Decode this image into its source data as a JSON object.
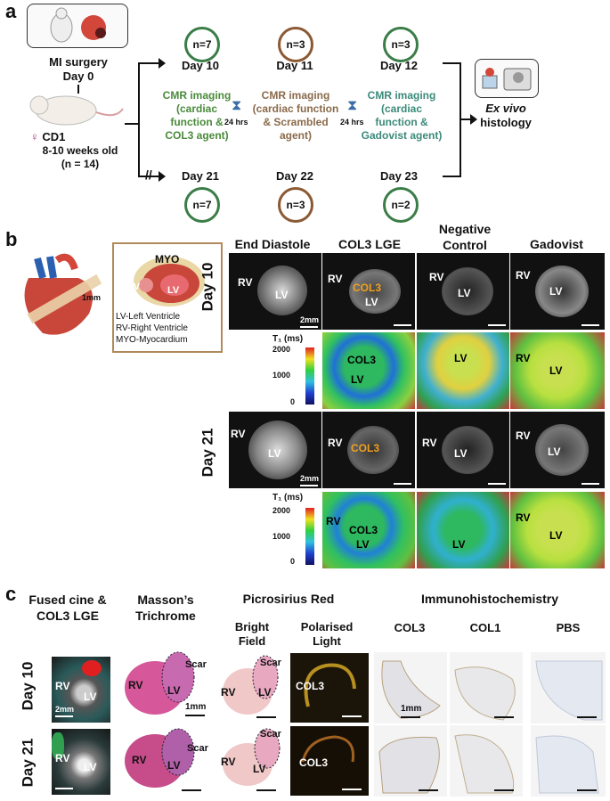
{
  "panel_a": {
    "letter": "a",
    "surgery": "MI surgery",
    "day0": "Day 0",
    "strain": "CD1",
    "age": "8-10 weeks old",
    "n_total": "(n = 14)",
    "top_days": [
      "Day 10",
      "Day 11",
      "Day 12"
    ],
    "top_n": [
      "n=7",
      "n=3",
      "n=3"
    ],
    "bottom_days": [
      "Day 21",
      "Day 22",
      "Day 23"
    ],
    "bottom_n": [
      "n=7",
      "n=3",
      "n=2"
    ],
    "imaging_1": [
      "CMR imaging",
      "(cardiac",
      "function &",
      "COL3 agent)"
    ],
    "imaging_2": [
      "CMR imaging",
      "(cardiac function",
      "& Scrambled",
      "agent)"
    ],
    "imaging_3": [
      "CMR imaging",
      "(cardiac",
      "function &",
      "Gadovist agent)"
    ],
    "wait": "24 hrs",
    "exvivo_1": "Ex vivo",
    "exvivo_2": "histology"
  },
  "panel_b": {
    "letter": "b",
    "scale_1mm": "1mm",
    "myo": "MYO",
    "rv": "RV",
    "lv": "LV",
    "legend": [
      "LV-Left Ventricle",
      "RV-Right Ventricle",
      "MYO-Myocardium"
    ],
    "columns": [
      "End Diastole",
      "COL3 LGE",
      "Negative Control",
      "Gadovist"
    ],
    "rows": [
      "Day 10",
      "Day 21"
    ],
    "t1_label": "T₁ (ms)",
    "t1_ticks": [
      "2000",
      "1000",
      "0"
    ],
    "col3": "COL3",
    "scale_2mm": "2mm"
  },
  "panel_c": {
    "letter": "c",
    "col_heads": [
      "Fused cine & COL3 LGE",
      "Masson’s Trichrome",
      "Picrosirius Red",
      "Immunohistochemistry"
    ],
    "sub_heads": [
      "Bright Field",
      "Polarised Light",
      "COL3",
      "COL1",
      "PBS"
    ],
    "rows": [
      "Day 10",
      "Day 21"
    ],
    "scar": "Scar",
    "col3": "COL3",
    "rv": "RV",
    "lv": "LV",
    "scale_2mm": "2mm",
    "scale_1mm": "1mm"
  },
  "colors": {
    "green": "#4a8a3a",
    "brown": "#8b5a34",
    "teal": "#3b8a7a",
    "col3_label": "#f0a020"
  }
}
